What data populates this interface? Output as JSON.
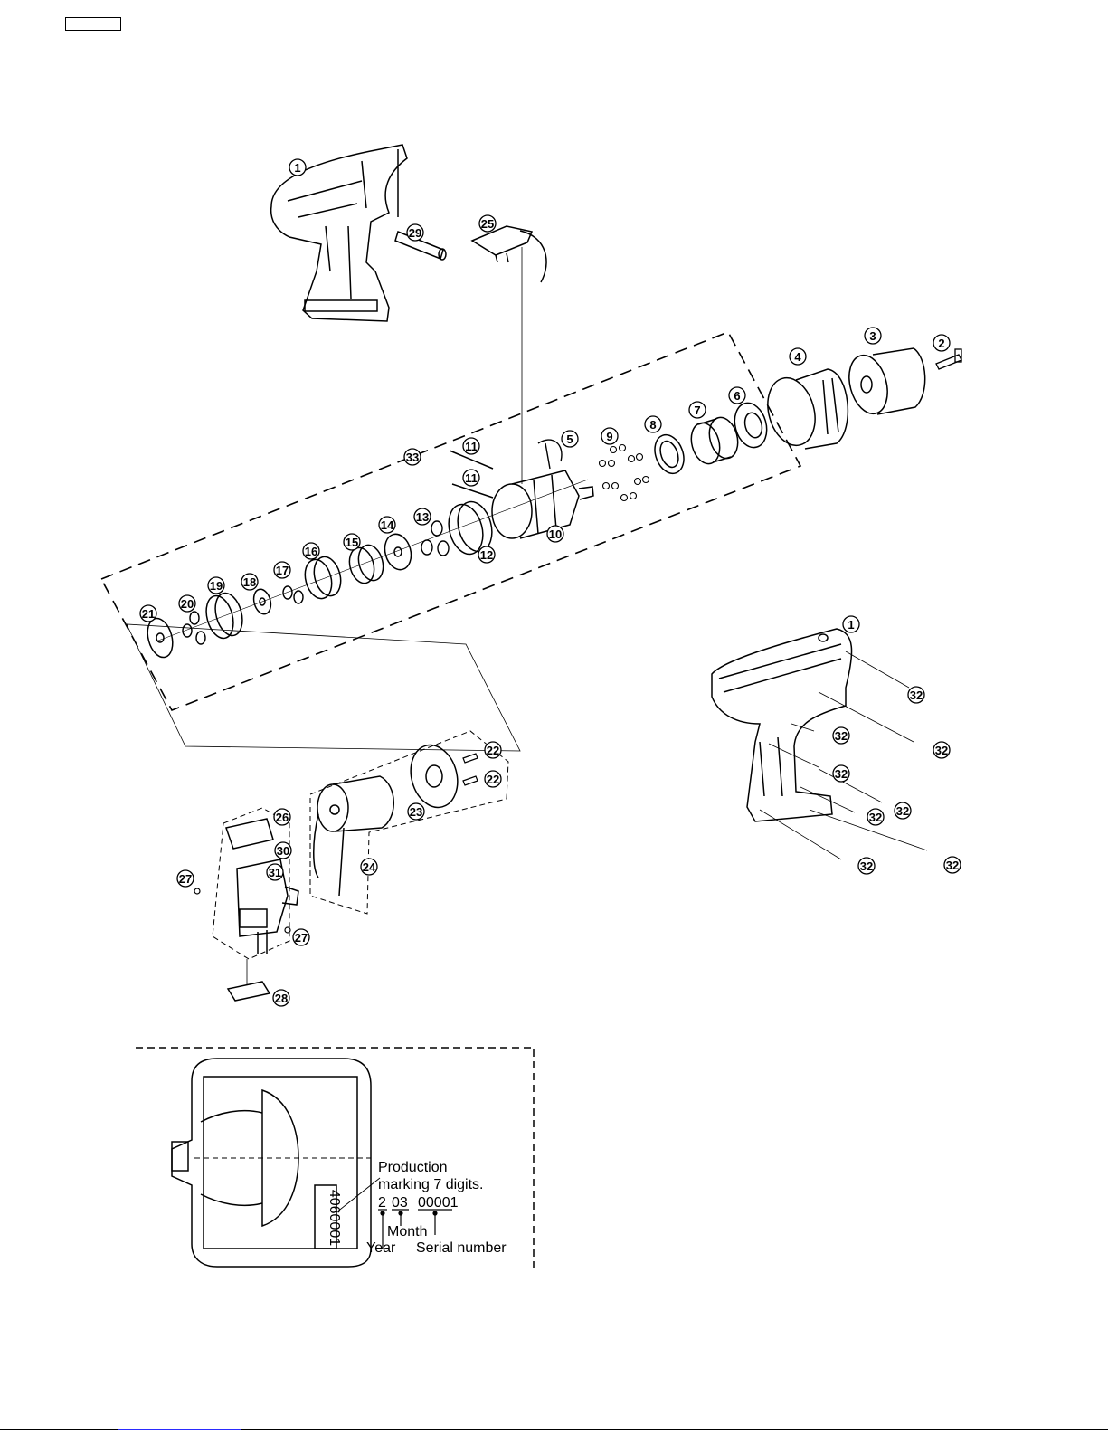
{
  "callouts": {
    "c1a": "1",
    "c29": "29",
    "c25": "25",
    "c2": "2",
    "c3": "3",
    "c4": "4",
    "c5": "5",
    "c6": "6",
    "c7": "7",
    "c8": "8",
    "c9": "9",
    "c10": "10",
    "c11a": "11",
    "c11b": "11",
    "c12": "12",
    "c13": "13",
    "c14": "14",
    "c15": "15",
    "c16": "16",
    "c17": "17",
    "c18": "18",
    "c19": "19",
    "c20": "20",
    "c21": "21",
    "c33": "33",
    "c22a": "22",
    "c22b": "22",
    "c23": "23",
    "c24": "24",
    "c26": "26",
    "c27a": "27",
    "c27b": "27",
    "c28": "28",
    "c30": "30",
    "c31": "31",
    "c1b": "1",
    "c32a": "32",
    "c32b": "32",
    "c32c": "32",
    "c32d": "32",
    "c32e": "32",
    "c32f": "32",
    "c32g": "32"
  },
  "production_note": {
    "line1": "Production",
    "line2": "marking 7 digits.",
    "year_digit": "2",
    "month_digits": "03",
    "serial_digits": "00001",
    "month_label": "Month",
    "year_label": "Year",
    "serial_label": "Serial number",
    "stamp": "4060001"
  },
  "colors": {
    "line": "#000000",
    "link": "#2a2aff"
  }
}
